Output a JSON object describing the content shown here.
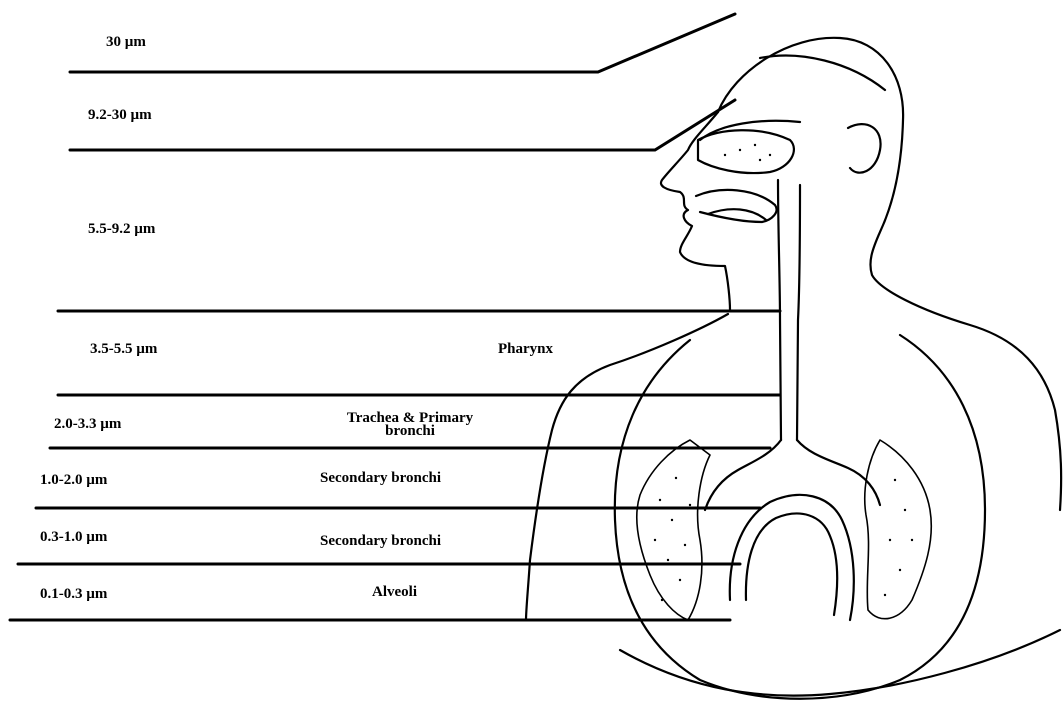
{
  "size_labels": [
    {
      "text": "30 µm"
    },
    {
      "text": "9.2-30 µm"
    },
    {
      "text": "5.5-9.2 µm"
    },
    {
      "text": "3.5-5.5 µm"
    },
    {
      "text": "2.0-3.3 µm"
    },
    {
      "text": "1.0-2.0 µm"
    },
    {
      "text": "0.3-1.0 µm"
    },
    {
      "text": "0.1-0.3 µm"
    }
  ],
  "region_labels": {
    "pharynx": "Pharynx",
    "trachea_line1": "Trachea & Primary",
    "trachea_line2": "bronchi",
    "secondary_bronchi_1": "Secondary bronchi",
    "secondary_bronchi_2": "Secondary bronchi",
    "alveoli": "Alveoli"
  },
  "colors": {
    "ink": "#000000",
    "background": "#ffffff"
  }
}
